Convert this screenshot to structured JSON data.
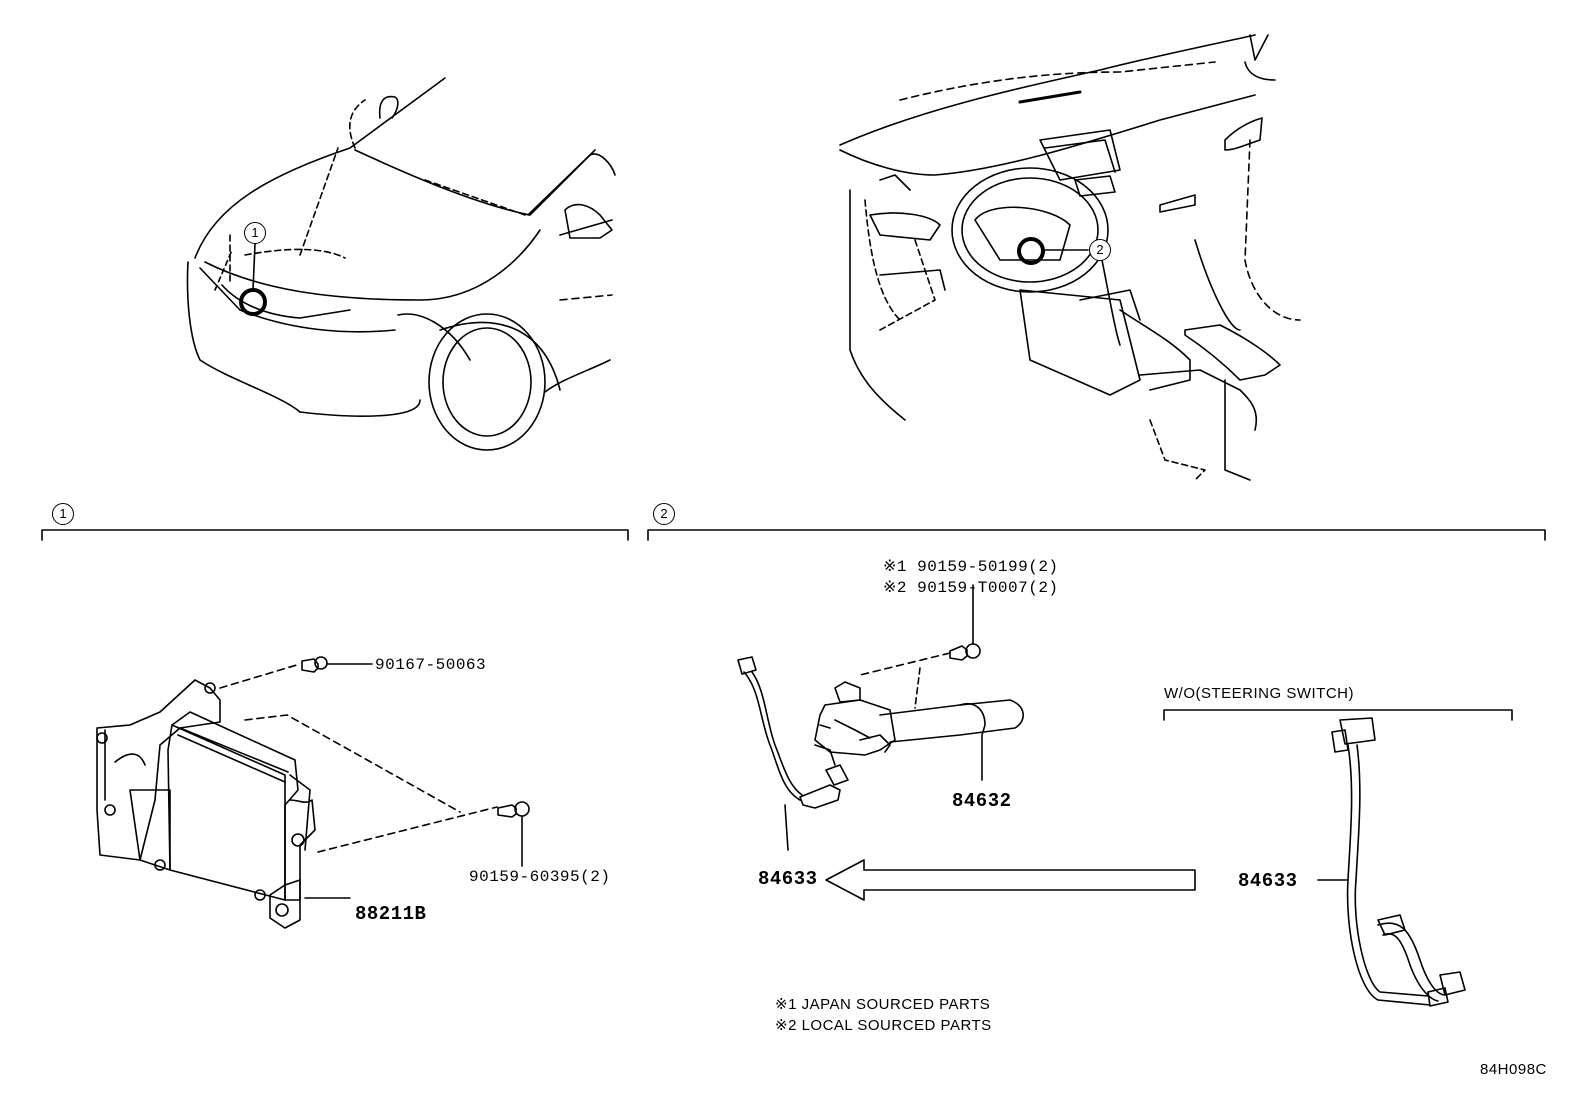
{
  "callouts": {
    "ref1": "1",
    "ref2": "2"
  },
  "section1": {
    "marker": "1",
    "parts": {
      "bolt_top": "90167-50063",
      "bolt_right": "90159-60395(2)",
      "module": "88211B"
    }
  },
  "section2": {
    "marker": "2",
    "notes_top": {
      "line1": "※1 90159-50199(2)",
      "line2": "※2 90159-T0007(2)"
    },
    "parts": {
      "switch": "84632",
      "harness_left": "84633",
      "harness_right": "84633"
    },
    "variant_label": "W/O(STEERING SWITCH)",
    "footnotes": {
      "line1": "※1 JAPAN SOURCED PARTS",
      "line2": "※2 LOCAL SOURCED PARTS"
    }
  },
  "drawing_code": "84H098C"
}
